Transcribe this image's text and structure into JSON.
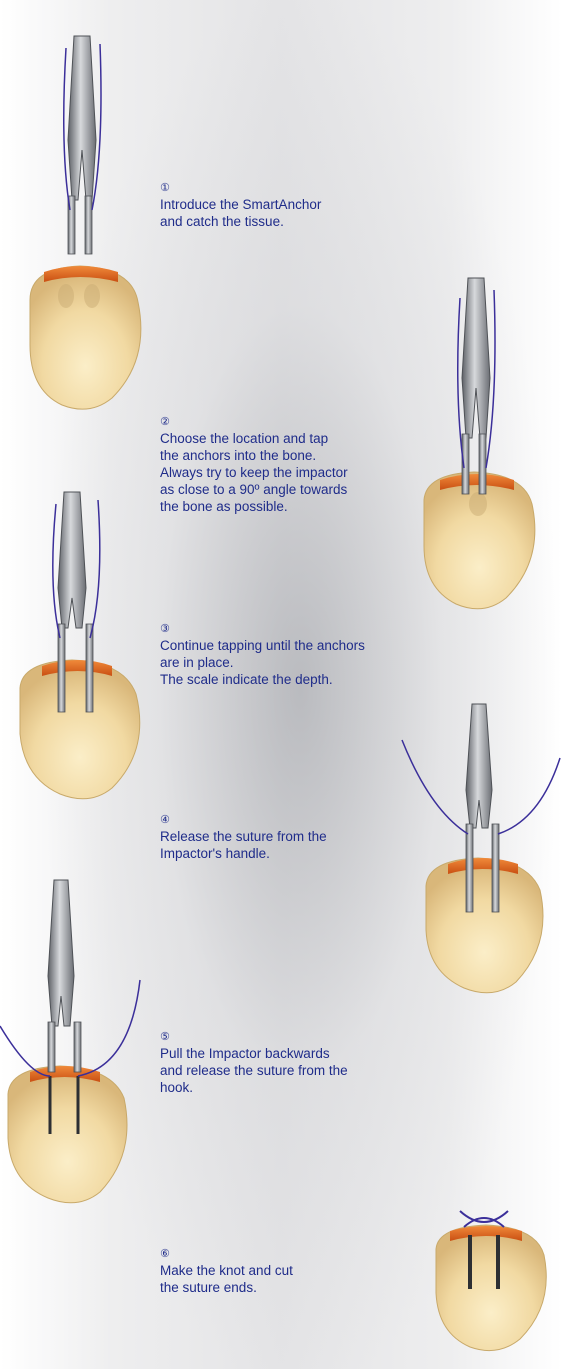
{
  "steps": [
    {
      "number": "①",
      "lines": [
        "Introduce the SmartAnchor",
        "and catch the tissue."
      ]
    },
    {
      "number": "②",
      "lines": [
        "Choose the location and tap",
        "the anchors into the bone.",
        "Always try to keep the impactor",
        "as close to a 90º angle towards",
        "the bone as possible."
      ]
    },
    {
      "number": "③",
      "lines": [
        "Continue tapping until the anchors",
        "are in place.",
        "The scale indicate the depth."
      ]
    },
    {
      "number": "④",
      "lines": [
        "Release the suture from the",
        "Impactor's handle."
      ]
    },
    {
      "number": "⑤",
      "lines": [
        "Pull the Impactor backwards",
        "and release the suture from the",
        "hook."
      ]
    },
    {
      "number": "⑥",
      "lines": [
        "Make the knot and cut",
        "the suture ends."
      ]
    }
  ],
  "colors": {
    "text": "#1f2c8a",
    "bone": "#f3dca6",
    "bone_edge": "#c8a96a",
    "tissue": "#e2621e",
    "suture": "#3b2f9a",
    "instrument": "#8a8d92"
  }
}
